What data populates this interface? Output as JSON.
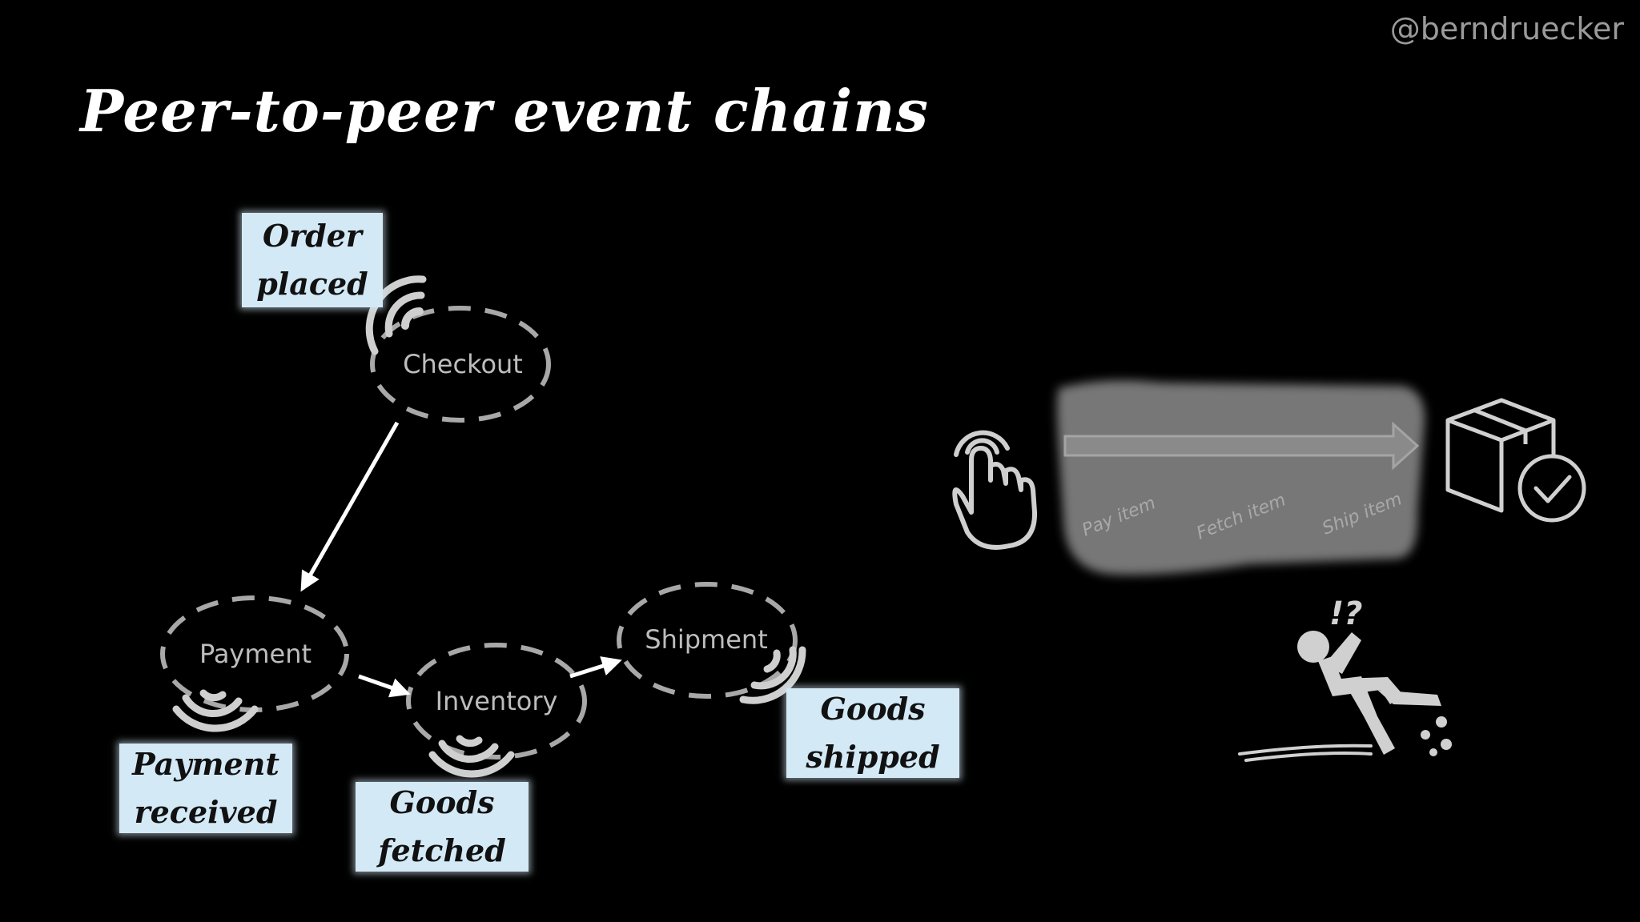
{
  "handle": "@berndruecker",
  "title": "Peer-to-peer event chains",
  "events": {
    "order_placed": [
      "Order",
      "placed"
    ],
    "payment_received": [
      "Payment",
      "received"
    ],
    "goods_fetched": [
      "Goods",
      "fetched"
    ],
    "goods_shipped": [
      "Goods",
      "shipped"
    ]
  },
  "services": {
    "checkout": "Checkout",
    "payment": "Payment",
    "inventory": "Inventory",
    "shipment": "Shipment"
  },
  "process_steps": [
    "Pay item",
    "Fetch item",
    "Ship item"
  ],
  "icons": [
    "touch-hand-icon",
    "package-check-icon",
    "slipping-person-icon"
  ],
  "colors": {
    "background": "#000000",
    "event_note": "#d3e9f6",
    "service_outline": "#a8a8a8"
  }
}
